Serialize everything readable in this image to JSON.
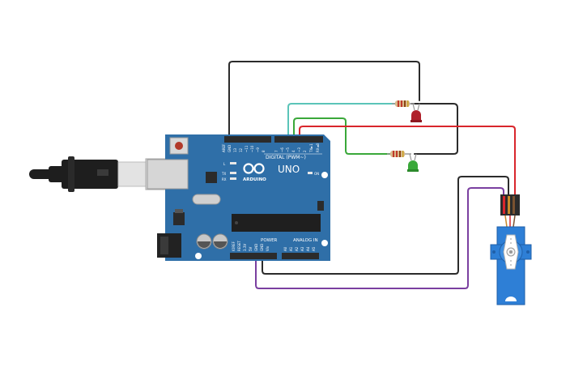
{
  "board": {
    "uno_label": "UNO",
    "arduino_label": "ARDUINO",
    "digital_label": "DIGITAL (PWM~)",
    "power_label": "POWER",
    "analog_label": "ANALOG IN",
    "on_label": "ON",
    "l_label": "L",
    "tx_label": "TX",
    "rx_label": "RX",
    "colors": {
      "pcb": "#2f6fa8",
      "pcb_dark": "#245a8c",
      "header": "#2b2b2b"
    }
  },
  "wires": {
    "colors": {
      "black": "#2b2b2b",
      "red": "#d9262c",
      "green": "#3aa83a",
      "teal": "#5bc4b8",
      "purple": "#7a3fa0"
    }
  },
  "components": {
    "led_red_color": "#b0202a",
    "led_green_color": "#3aa83a",
    "servo_color": "#2e7fd6",
    "usb_cable_color": "#1e1e1e"
  }
}
